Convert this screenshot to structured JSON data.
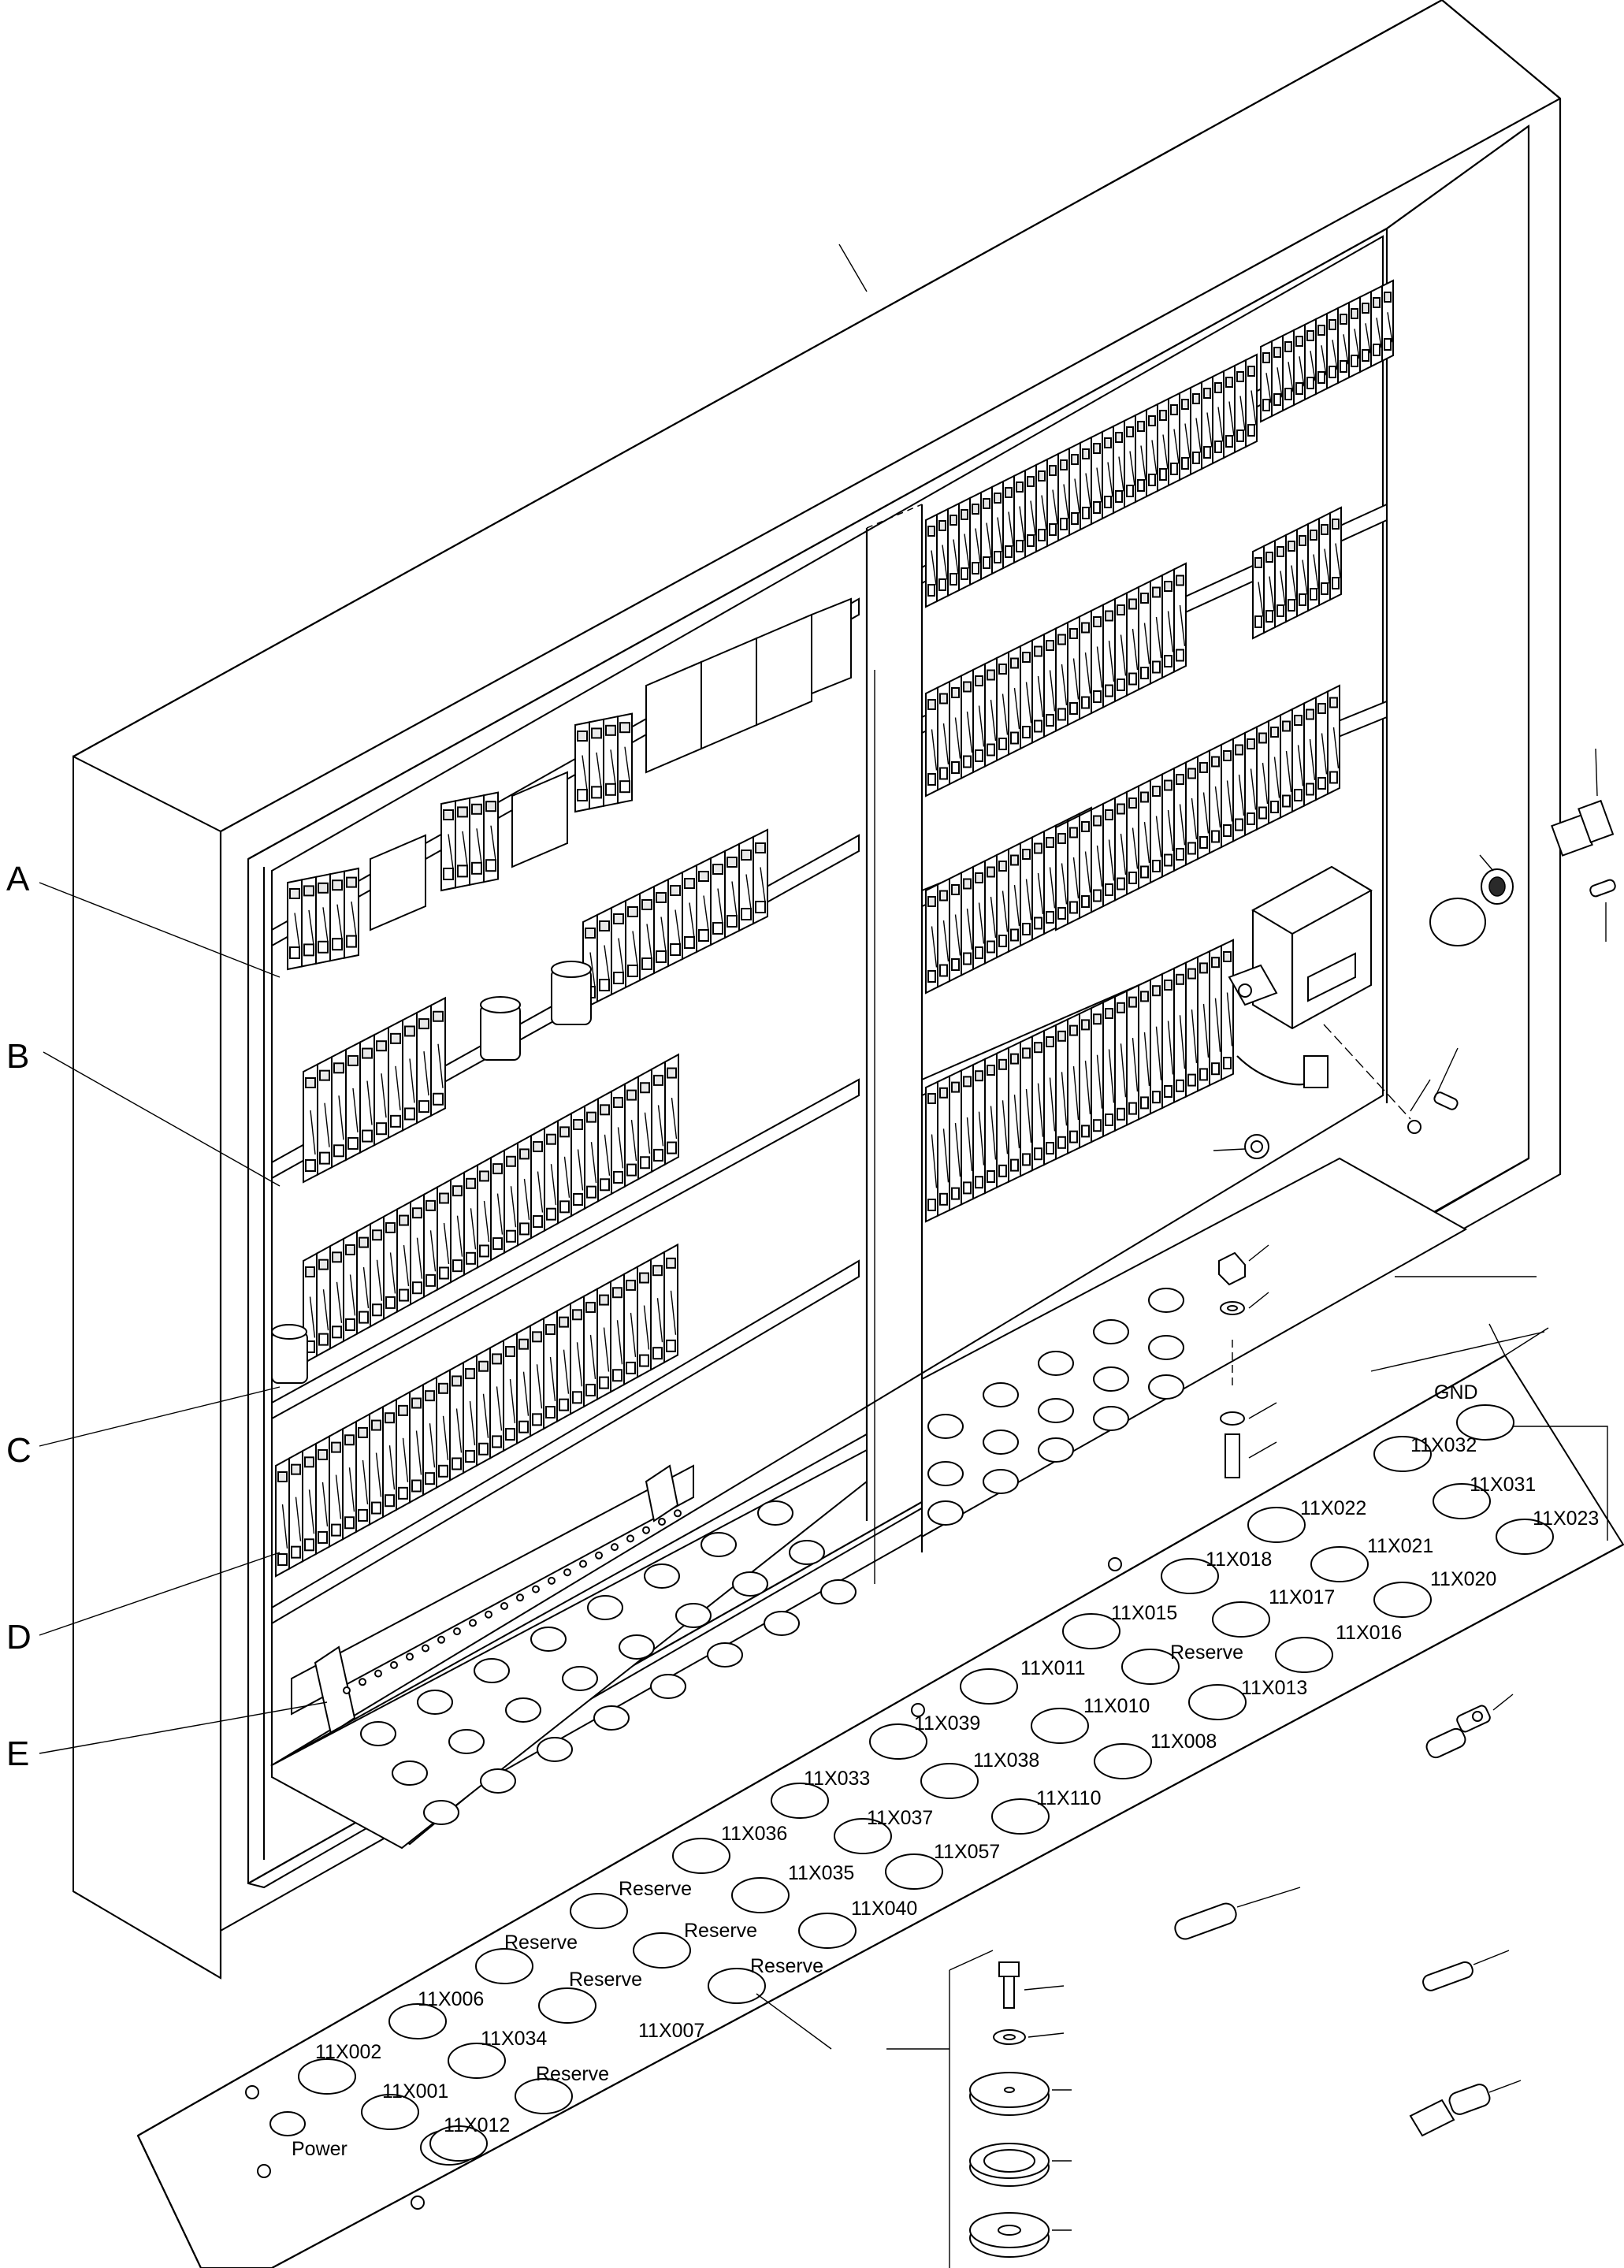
{
  "callouts": [
    "A",
    "B",
    "C",
    "D",
    "E"
  ],
  "gland_plate_labels": [
    "GND",
    "11X032",
    "11X031",
    "11X023",
    "11X022",
    "11X021",
    "11X020",
    "11X018",
    "11X017",
    "11X016",
    "11X015",
    "Reserve",
    "11X013",
    "11X011",
    "11X010",
    "11X008",
    "11X039",
    "11X038",
    "11X110",
    "11X033",
    "11X037",
    "11X057",
    "11X036",
    "11X035",
    "11X040",
    "Reserve",
    "Reserve",
    "Reserve",
    "Reserve",
    "Reserve",
    "11X006",
    "11X034",
    "11X007",
    "11X002",
    "11X001",
    "Reserve",
    "11X012",
    "Power"
  ]
}
